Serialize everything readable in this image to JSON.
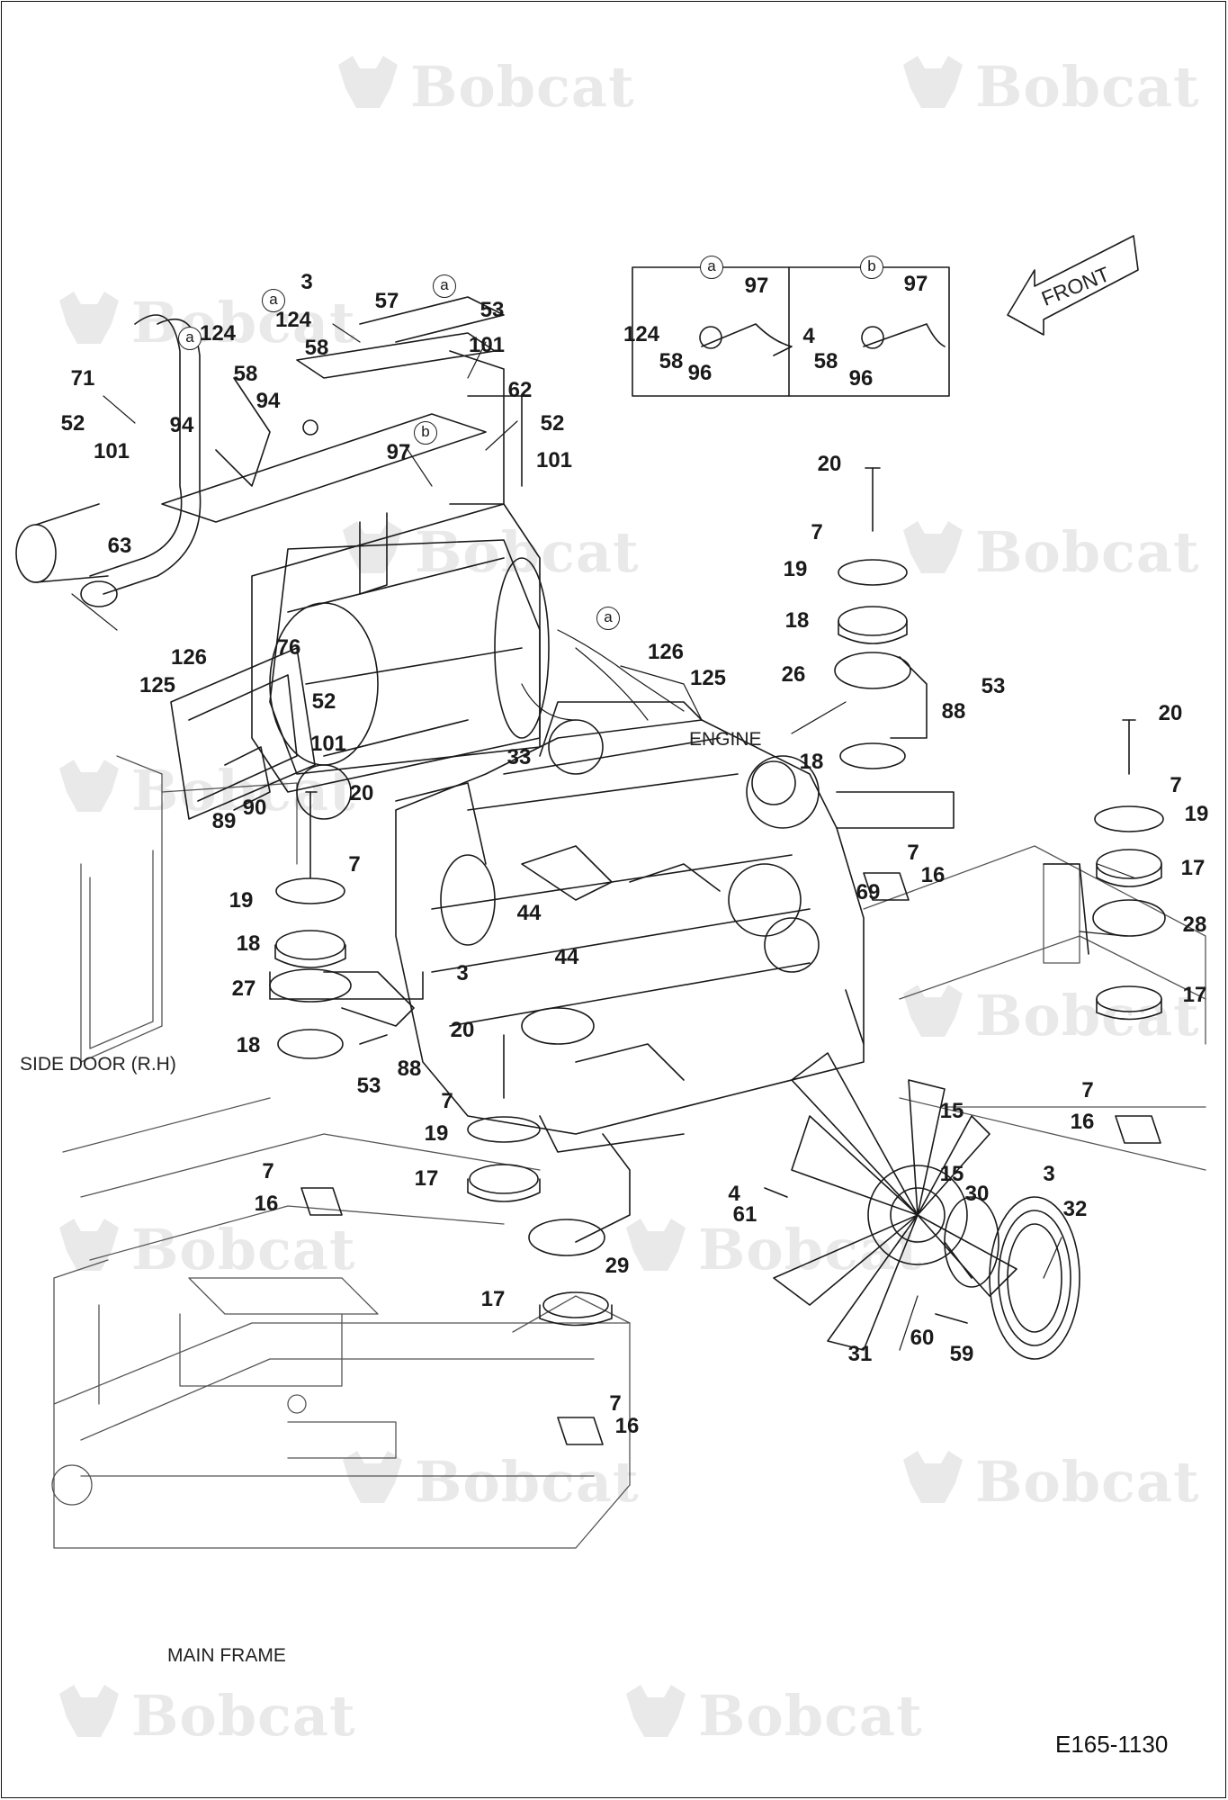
{
  "watermark": {
    "brand": "Bobcat"
  },
  "labels": {
    "engine": "ENGINE",
    "side_door": "SIDE DOOR (R.H)",
    "main_frame": "MAIN FRAME",
    "front": "FRONT",
    "figure_code": "E165-1130"
  },
  "callouts": [
    "3",
    "124",
    "57",
    "53",
    "101",
    "71",
    "124",
    "58",
    "94",
    "94",
    "58",
    "62",
    "52",
    "101",
    "52",
    "101",
    "97",
    "63",
    "76",
    "126",
    "125",
    "52",
    "101",
    "89",
    "90",
    "20",
    "7",
    "19",
    "18",
    "27",
    "18",
    "53",
    "88",
    "44",
    "44",
    "3",
    "20",
    "7",
    "19",
    "17",
    "29",
    "17",
    "7",
    "16",
    "7",
    "16",
    "126",
    "125",
    "33",
    "20",
    "7",
    "19",
    "18",
    "26",
    "53",
    "88",
    "18",
    "7",
    "16",
    "69",
    "20",
    "7",
    "19",
    "17",
    "28",
    "17",
    "7",
    "16",
    "15",
    "15",
    "3",
    "4",
    "61",
    "30",
    "32",
    "31",
    "60",
    "59",
    "97",
    "124",
    "58",
    "96",
    "97",
    "4",
    "58",
    "96"
  ],
  "detail_letters": [
    "a",
    "b",
    "a",
    "a",
    "a",
    "b",
    "a"
  ]
}
